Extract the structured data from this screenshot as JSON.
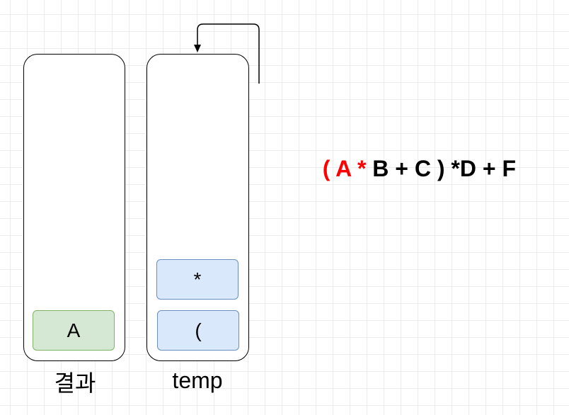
{
  "colors": {
    "highlight": "#ff0000",
    "result_cell_fill": "#d5e8d4",
    "result_cell_stroke": "#82b366",
    "temp_cell_fill": "#dae8fc",
    "temp_cell_stroke": "#6c8ebf"
  },
  "result_stack": {
    "label": "결과",
    "items": [
      "A"
    ]
  },
  "temp_stack": {
    "label": "temp",
    "items": [
      "(",
      "*"
    ]
  },
  "expression": {
    "tokens": [
      {
        "text": "( ",
        "highlight": true
      },
      {
        "text": "A ",
        "highlight": true
      },
      {
        "text": "* ",
        "highlight": true
      },
      {
        "text": "B ",
        "highlight": false
      },
      {
        "text": "+ ",
        "highlight": false
      },
      {
        "text": "C ",
        "highlight": false
      },
      {
        "text": ") ",
        "highlight": false
      },
      {
        "text": "*D ",
        "highlight": false
      },
      {
        "text": "+ ",
        "highlight": false
      },
      {
        "text": "F",
        "highlight": false
      }
    ]
  }
}
